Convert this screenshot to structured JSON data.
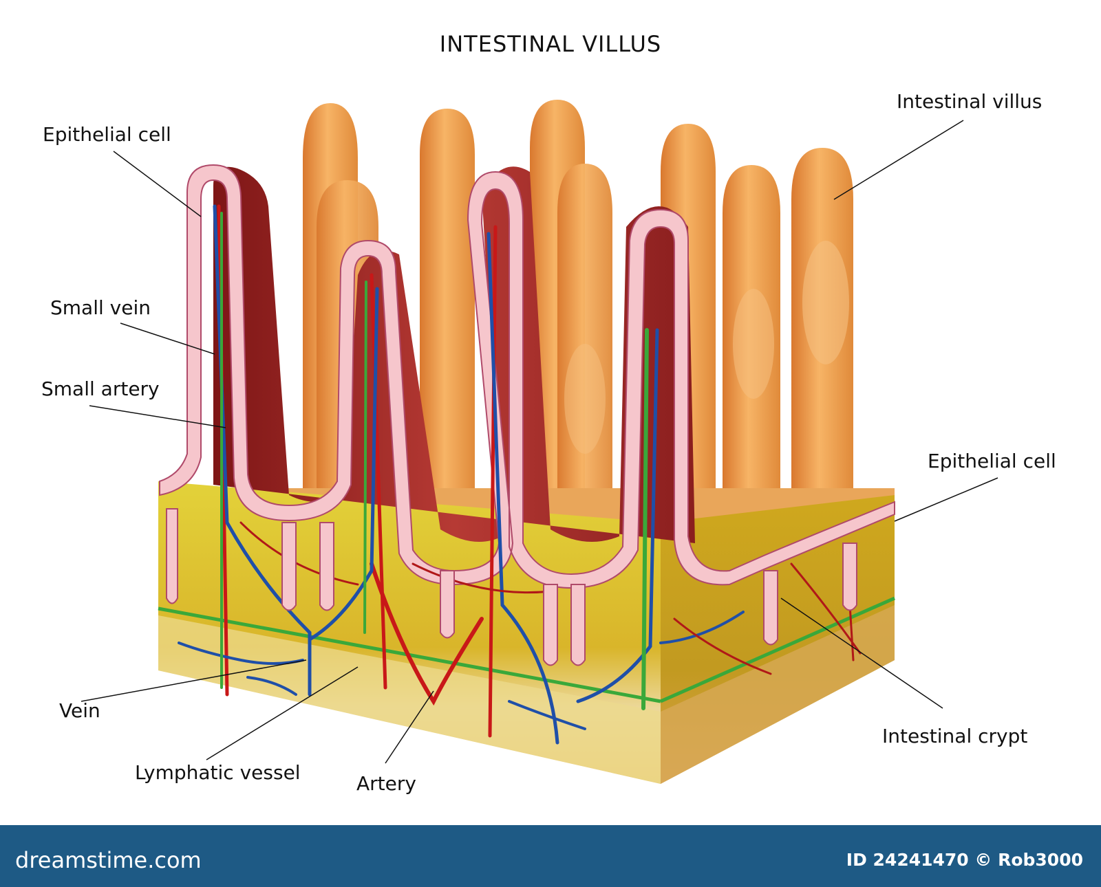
{
  "title": "INTESTINAL VILLUS",
  "labels": {
    "epithelial_cell_left": "Epithelial cell",
    "small_vein": "Small vein",
    "small_artery": "Small artery",
    "vein": "Vein",
    "lymphatic_vessel": "Lymphatic vessel",
    "artery": "Artery",
    "intestinal_villus": "Intestinal villus",
    "epithelial_cell_right": "Epithelial cell",
    "intestinal_crypt": "Intestinal crypt"
  },
  "footer": {
    "site": "dreamstime.com",
    "id_credit": "ID 24241470 © Rob3000"
  },
  "colors": {
    "villus_orange": "#f0a050",
    "tissue_yellow": "#d9c22a",
    "epithelium_pink": "#f6c6cc",
    "muscle_red": "#a8262b",
    "artery_red": "#d01818",
    "vein_blue": "#1f4fa8",
    "lymph_green": "#3aa83a",
    "footer_blue": "#1e5a85"
  }
}
